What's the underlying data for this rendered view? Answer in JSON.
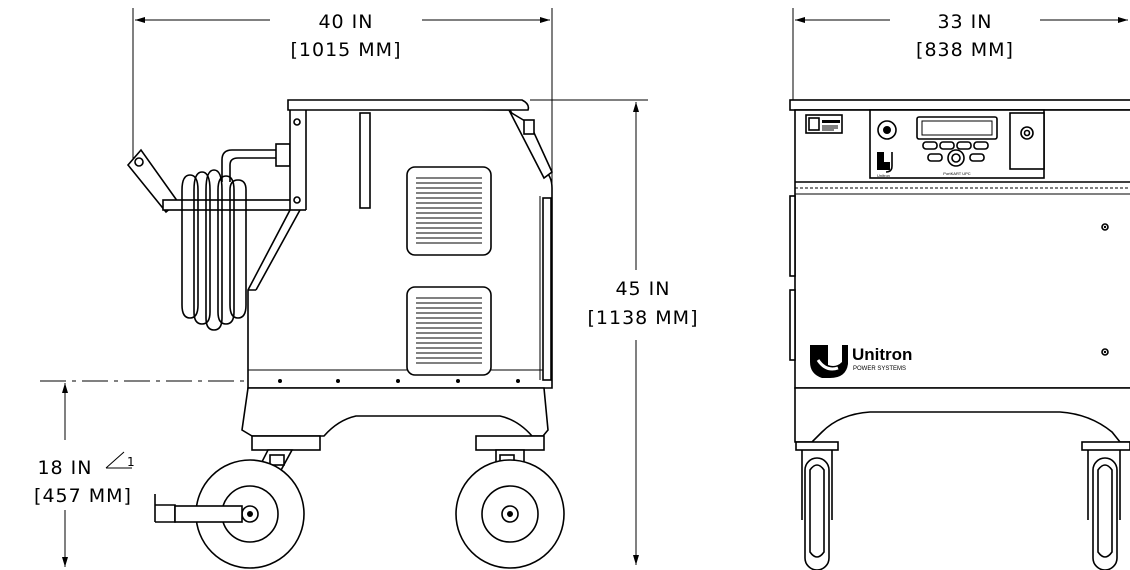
{
  "dimensions": {
    "side_width": {
      "imperial": "40 IN",
      "metric": "[1015 MM]"
    },
    "height": {
      "imperial": "45 IN",
      "metric": "[1138 MM]"
    },
    "base_height": {
      "imperial": "18 IN",
      "metric": "[457 MM]",
      "note": "1"
    },
    "front_width": {
      "imperial": "33 IN",
      "metric": "[838 MM]"
    }
  },
  "brand": {
    "name": "Unitron",
    "tagline": "POWER SYSTEMS"
  },
  "panel": {
    "badge": "Unitron",
    "model": "PortKART UPC"
  }
}
